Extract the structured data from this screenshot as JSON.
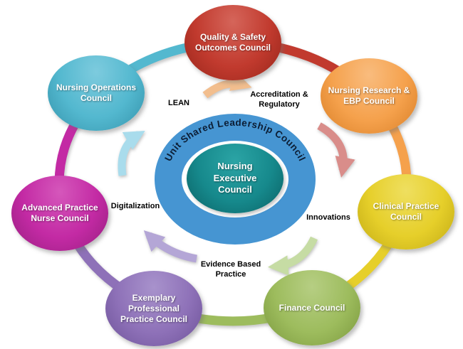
{
  "diagram": {
    "ring_label": "Unit Shared Leadership  Council",
    "center": {
      "label": "Nursing\nExecutive\nCouncil",
      "color": "#16898C"
    },
    "center_ring_color": "#4695D2",
    "nodes": [
      {
        "id": "quality-safety-outcomes-council",
        "label": "Quality & Safety\nOutcomes Council",
        "color": "#C13A2E"
      },
      {
        "id": "nursing-research-ebp-council",
        "label": "Nursing Research &\nEBP Council",
        "color": "#F5A14C"
      },
      {
        "id": "clinical-practice-council",
        "label": "Clinical Practice\nCouncil",
        "color": "#E6CF2A"
      },
      {
        "id": "finance-council",
        "label": "Finance Council",
        "color": "#9DBC5D"
      },
      {
        "id": "exemplary-professional-practice-council",
        "label": "Exemplary\nProfessional\nPractice Council",
        "color": "#8E71B8"
      },
      {
        "id": "advanced-practice-nurse-council",
        "label": "Advanced Practice\nNurse Council",
        "color": "#C32AA4"
      },
      {
        "id": "nursing-operations-council",
        "label": "Nursing Operations\nCouncil",
        "color": "#53B8CF"
      }
    ],
    "flow_labels": [
      {
        "id": "lean",
        "text": "LEAN"
      },
      {
        "id": "accreditation",
        "text": "Accreditation &\nRegulatory"
      },
      {
        "id": "innovations",
        "text": "Innovations"
      },
      {
        "id": "evidence",
        "text": "Evidence Based\nPractice"
      },
      {
        "id": "digitalization",
        "text": "Digitalization"
      }
    ],
    "arrows": [
      {
        "id": "arrow-top",
        "color": "#F2BE8E"
      },
      {
        "id": "arrow-right",
        "color": "#D98D8A"
      },
      {
        "id": "arrow-bottom-right",
        "color": "#C6DCA4"
      },
      {
        "id": "arrow-bottom-left",
        "color": "#B4A6D6"
      },
      {
        "id": "arrow-left",
        "color": "#A9DCEC"
      }
    ]
  }
}
